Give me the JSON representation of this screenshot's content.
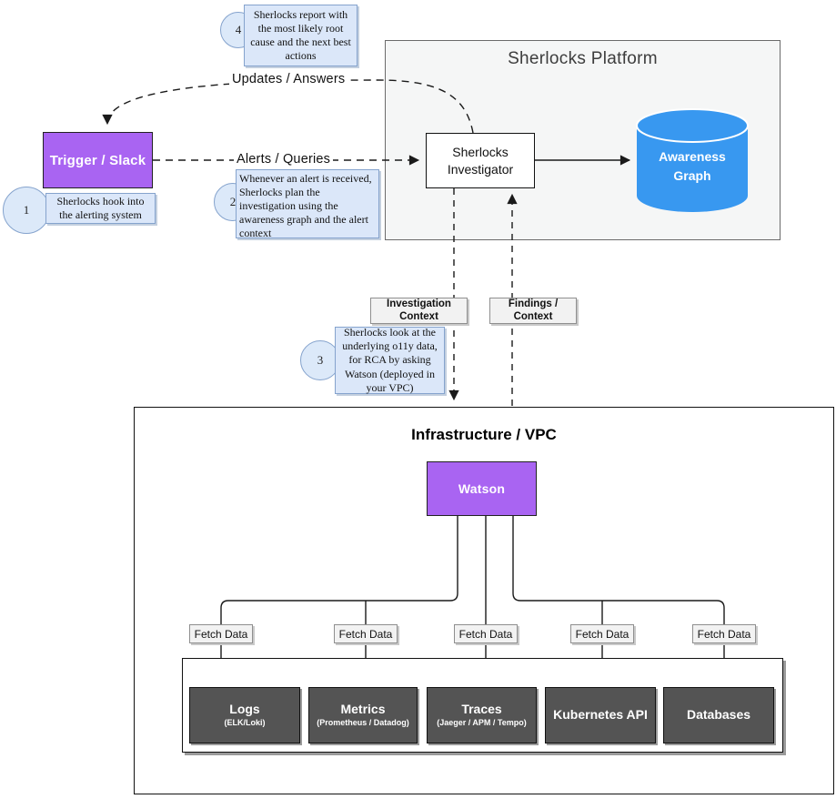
{
  "platform": {
    "title": "Sherlocks Platform",
    "investigator_label": "Sherlocks Investigator",
    "awareness_graph_label": "Awareness Graph"
  },
  "trigger": {
    "label": "Trigger / Slack"
  },
  "infrastructure": {
    "title": "Infrastructure / VPC",
    "watson_label": "Watson"
  },
  "edges": {
    "updates": "Updates / Answers",
    "alerts": "Alerts / Queries",
    "investigation_context": "Investigation Context",
    "findings_context": "Findings / Context",
    "fetch_data": "Fetch Data"
  },
  "notes": {
    "n1": {
      "num": "1",
      "text": "Sherlocks hook into the alerting system"
    },
    "n2": {
      "num": "2",
      "text": "Whenever an alert is received, Sherlocks plan the investigation using the awareness graph and the alert context"
    },
    "n3": {
      "num": "3",
      "text": "Sherlocks look at the underlying o11y data, for RCA by asking Watson (deployed in your VPC)"
    },
    "n4": {
      "num": "4",
      "text": "Sherlocks report with the most likely root cause and the next best actions"
    }
  },
  "datasources": [
    {
      "label": "Logs",
      "sub": "(ELK/Loki)"
    },
    {
      "label": "Metrics",
      "sub": "(Prometheus / Datadog)"
    },
    {
      "label": "Traces",
      "sub": "(Jaeger / APM / Tempo)"
    },
    {
      "label": "Kubernetes API",
      "sub": ""
    },
    {
      "label": "Databases",
      "sub": ""
    }
  ],
  "colors": {
    "node_purple": "#a964f2",
    "cylinder_blue": "#3898f0",
    "dark_box_gray": "#545454",
    "note_fill": "#dbe7f9",
    "note_border": "#85a3cd",
    "platform_fill": "#f5f6f6"
  }
}
